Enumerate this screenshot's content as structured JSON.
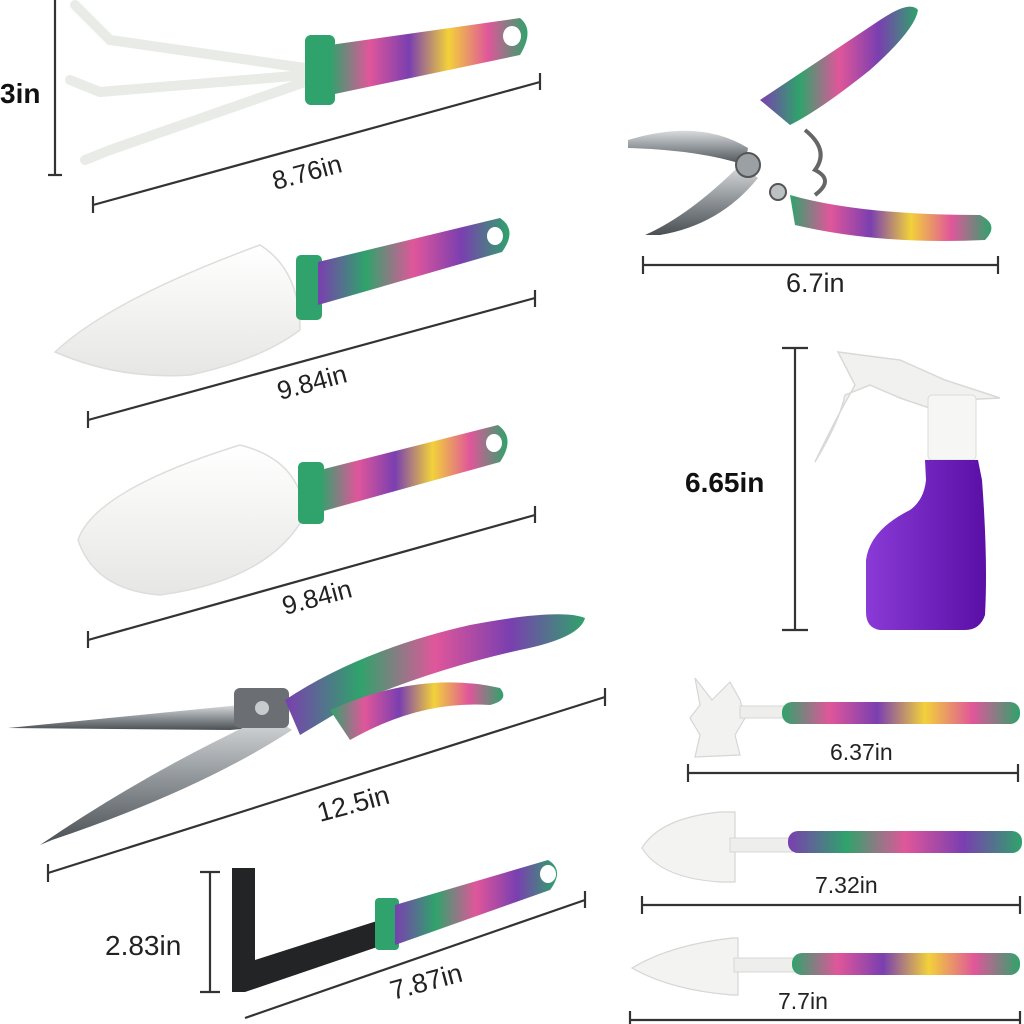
{
  "colors": {
    "background": "#ffffff",
    "metal_white": "#f4f5f3",
    "floral_purple": "#7a3fb0",
    "floral_green": "#2fa36b",
    "floral_pink": "#e0569a",
    "floral_yellow": "#f2d13a",
    "bottle_purple": "#6a16b8",
    "dimension_line": "#333333"
  },
  "tools": [
    {
      "name": "hand-cultivator",
      "dimension": "8.76in",
      "height": "3in"
    },
    {
      "name": "pruning-shears",
      "dimension": "6.7in"
    },
    {
      "name": "wide-trowel",
      "dimension": "9.84in"
    },
    {
      "name": "transplanter-trowel",
      "dimension": "9.84in"
    },
    {
      "name": "spray-bottle",
      "dimension": "6.65in"
    },
    {
      "name": "grass-shears",
      "dimension": "12.5in"
    },
    {
      "name": "mini-rake",
      "dimension": "6.37in"
    },
    {
      "name": "mini-shovel",
      "dimension": "7.32in"
    },
    {
      "name": "weeder",
      "dimension": "7.87in",
      "height": "2.83in"
    },
    {
      "name": "mini-trowel",
      "dimension": "7.7in"
    }
  ]
}
